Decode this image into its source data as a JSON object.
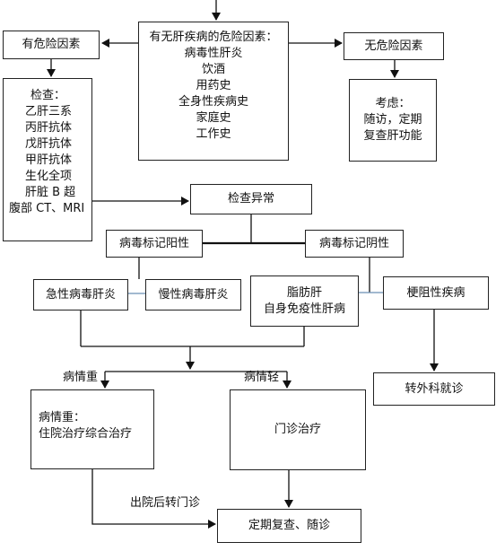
{
  "nodes": {
    "risk_assessment": {
      "title": "有无肝疾病的危险因素：",
      "items": [
        "病毒性肝炎",
        "饮酒",
        "用药史",
        "全身性疾病史",
        "家庭史",
        "工作史"
      ]
    },
    "has_risk": "有危险因素",
    "no_risk": "无危险因素",
    "checks": {
      "title": "检查：",
      "items": [
        "乙肝三系",
        "丙肝抗体",
        "戊肝抗体",
        "甲肝抗体",
        "生化全项",
        "肝脏 B 超",
        "腹部 CT、MRI"
      ]
    },
    "consider": {
      "lines": [
        "考虑：",
        "随访，定期",
        "复查肝功能"
      ]
    },
    "abnormal": "检查异常",
    "virus_positive": "病毒标记阳性",
    "virus_negative": "病毒标记阴性",
    "acute_hepatitis": "急性病毒肝炎",
    "chronic_hepatitis": "慢性病毒肝炎",
    "fatty_autoimmune": {
      "lines": [
        "脂肪肝",
        "自身免疫性肝病"
      ]
    },
    "obstructive": "梗阻性疾病",
    "surgery_referral": "转外科就诊",
    "severe_treatment": {
      "lines": [
        "病情重：",
        "住院治疗综合治疗"
      ]
    },
    "outpatient": "门诊治疗",
    "followup": "定期复查、随诊"
  },
  "labels": {
    "severe": "病情重",
    "mild": "病情轻",
    "discharge": "出院后转门诊"
  },
  "colors": {
    "line": "#111111",
    "connector_blue": "#6a8fb5",
    "border": "#222222"
  }
}
